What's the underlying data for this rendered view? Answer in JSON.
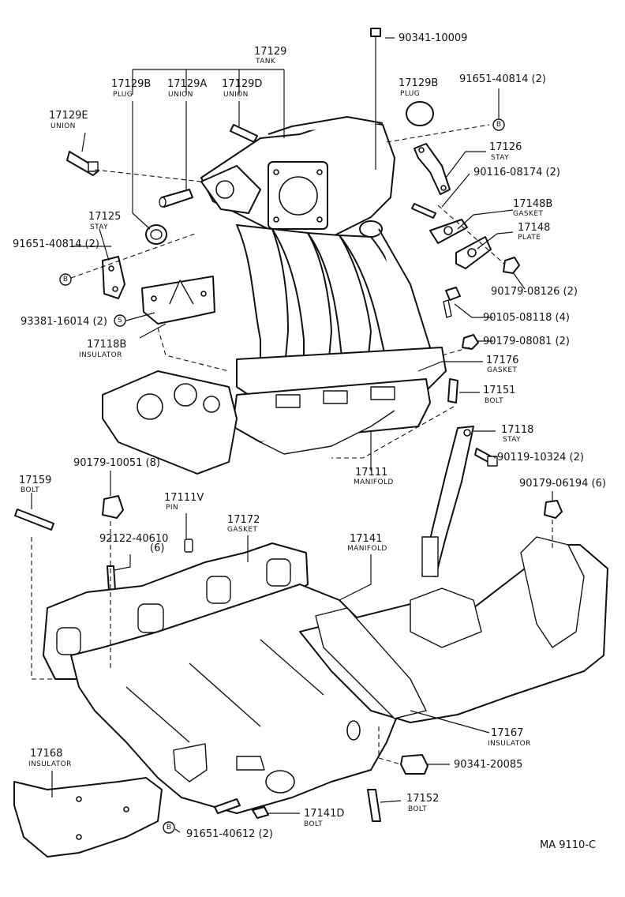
{
  "labels": {
    "tank": {
      "num": "17129",
      "sub": "TANK"
    },
    "plug_left": {
      "num": "17129B",
      "sub": "PLUG"
    },
    "union_a": {
      "num": "17129A",
      "sub": "UNION"
    },
    "union_d": {
      "num": "17129D",
      "sub": "UNION"
    },
    "union_e": {
      "num": "17129E",
      "sub": "UNION"
    },
    "plug_right": {
      "num": "17129B",
      "sub": "PLUG"
    },
    "bolt_90341_10009": {
      "num": "90341-10009"
    },
    "bolt_91651_40814_top": {
      "num": "91651-40814 (2)"
    },
    "stay_17126": {
      "num": "17126",
      "sub": "STAY"
    },
    "stud_90116_08174": {
      "num": "90116-08174 (2)"
    },
    "gasket_17148b": {
      "num": "17148B",
      "sub": "GASKET"
    },
    "plate_17148": {
      "num": "17148",
      "sub": "PLATE"
    },
    "nut_90179_08126": {
      "num": "90179-08126 (2)"
    },
    "stay_17125": {
      "num": "17125",
      "sub": "STAY"
    },
    "bolt_91651_40814_left": {
      "num": "91651-40814 (2)"
    },
    "bolt_93381_16014": {
      "num": "93381-16014 (2)"
    },
    "insulator_17118b": {
      "num": "17118B",
      "sub": "INSULATOR"
    },
    "bolt_90105_08118": {
      "num": "90105-08118 (4)"
    },
    "nut_90179_08081": {
      "num": "90179-08081 (2)"
    },
    "gasket_17176": {
      "num": "17176",
      "sub": "GASKET"
    },
    "bolt_17151": {
      "num": "17151",
      "sub": "BOLT"
    },
    "stay_17118": {
      "num": "17118",
      "sub": "STAY"
    },
    "bolt_90119_10324": {
      "num": "90119-10324 (2)"
    },
    "manifold_17111": {
      "num": "17111",
      "sub": "MANIFOLD"
    },
    "nut_90179_10051": {
      "num": "90179-10051 (8)"
    },
    "bolt_17159": {
      "num": "17159",
      "sub": "BOLT"
    },
    "pin_17111v": {
      "num": "17111V",
      "sub": "PIN"
    },
    "gasket_17172": {
      "num": "17172",
      "sub": "GASKET"
    },
    "manifold_17141": {
      "num": "17141",
      "sub": "MANIFOLD"
    },
    "nut_90179_06194": {
      "num": "90179-06194 (6)"
    },
    "stud_92122_40610": {
      "num": "92122-40610",
      "sub": "(6)"
    },
    "insulator_17167": {
      "num": "17167",
      "sub": "INSULATOR"
    },
    "plug_90341_20085": {
      "num": "90341-20085"
    },
    "insulator_17168": {
      "num": "17168",
      "sub": "INSULATOR"
    },
    "bolt_17152": {
      "num": "17152",
      "sub": "BOLT"
    },
    "bolt_17141d": {
      "num": "17141D",
      "sub": "BOLT"
    },
    "bolt_91651_40612": {
      "num": "91651-40612 (2)"
    }
  },
  "symbols": {
    "b_top": "B",
    "b_left": "B",
    "s_left": "S",
    "b_bottom": "B"
  },
  "footer": {
    "ref": "MA 9110-C"
  }
}
